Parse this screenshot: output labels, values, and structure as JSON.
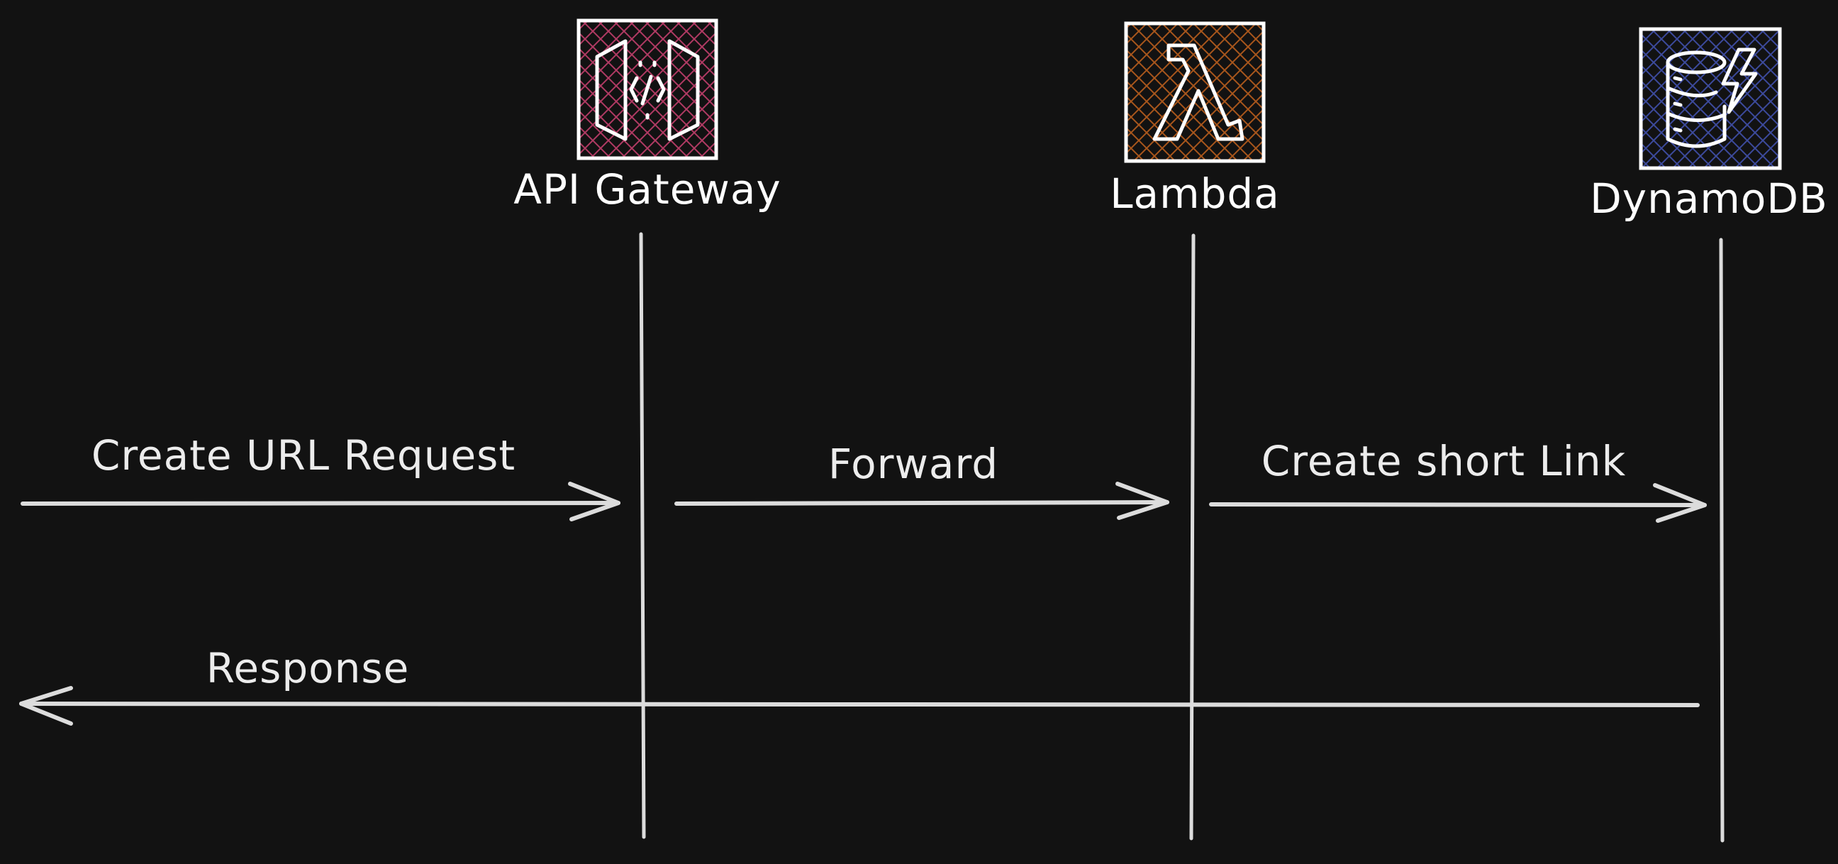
{
  "participants": [
    {
      "key": "api_gateway",
      "label": "API Gateway",
      "icon": "api-gateway-icon",
      "color": "#b03a63"
    },
    {
      "key": "lambda",
      "label": "Lambda",
      "icon": "lambda-icon",
      "color": "#a8561c"
    },
    {
      "key": "dynamodb",
      "label": "DynamoDB",
      "icon": "dynamodb-icon",
      "color": "#3c4a9c"
    }
  ],
  "messages": [
    {
      "key": "create_url_request",
      "label": "Create URL Request",
      "from": "client",
      "to": "api_gateway",
      "direction": "right"
    },
    {
      "key": "forward",
      "label": "Forward",
      "from": "api_gateway",
      "to": "lambda",
      "direction": "right"
    },
    {
      "key": "create_short_link",
      "label": "Create short Link",
      "from": "lambda",
      "to": "dynamodb",
      "direction": "right"
    },
    {
      "key": "response",
      "label": "Response",
      "from": "dynamodb",
      "to": "client",
      "direction": "left"
    }
  ],
  "colors": {
    "background": "#121212",
    "line": "#dcdcdc",
    "text": "#ececec"
  }
}
